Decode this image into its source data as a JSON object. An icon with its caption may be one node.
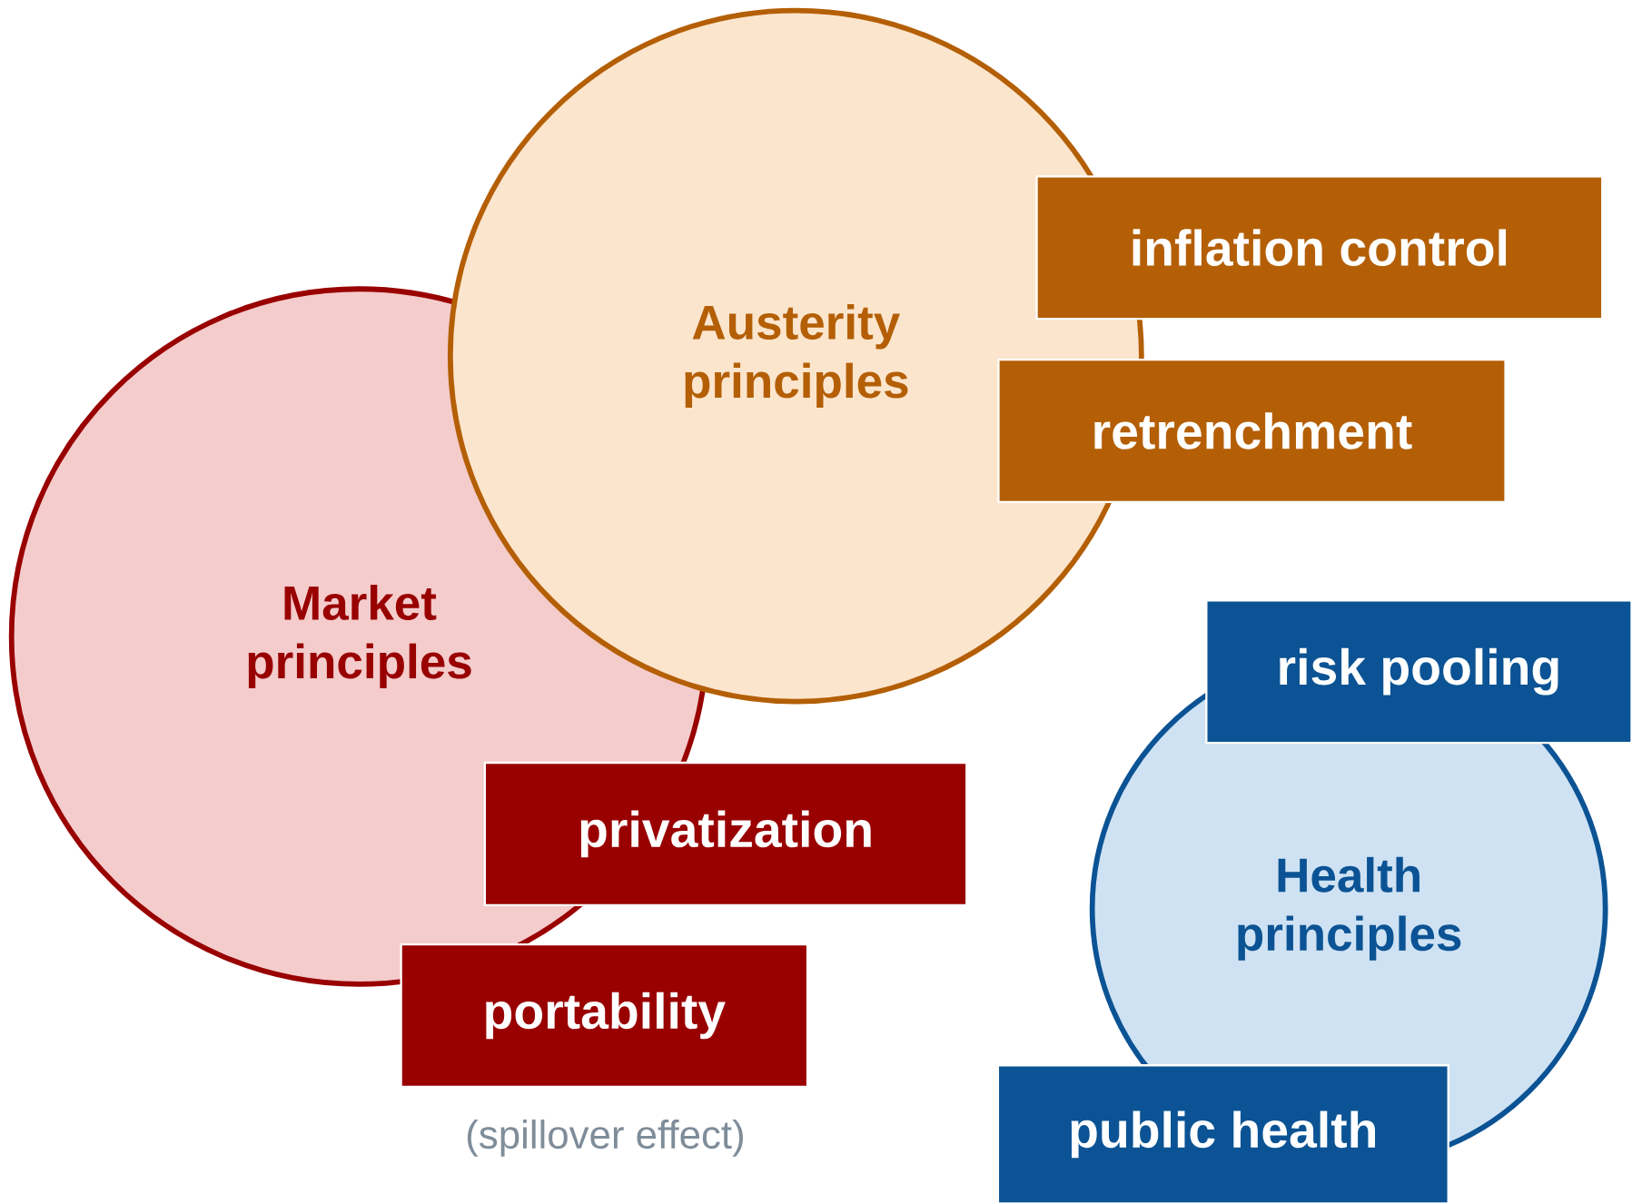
{
  "diagram": {
    "nodes": [
      {
        "text": [
          "Austerity principles"
        ]
      },
      {
        "text": [
          "inflation control"
        ]
      },
      {
        "text": [
          "retrenchment"
        ]
      },
      {
        "text": [
          "Market principles"
        ]
      },
      {
        "text": [
          "privatization"
        ]
      },
      {
        "text": [
          "portability"
        ],
        "beside": [
          "(spillover effect)"
        ]
      },
      {
        "text": [
          "risk pooling"
        ]
      },
      {
        "text": [
          "Health principles"
        ]
      },
      {
        "text": [
          "public health"
        ]
      }
    ]
  }
}
